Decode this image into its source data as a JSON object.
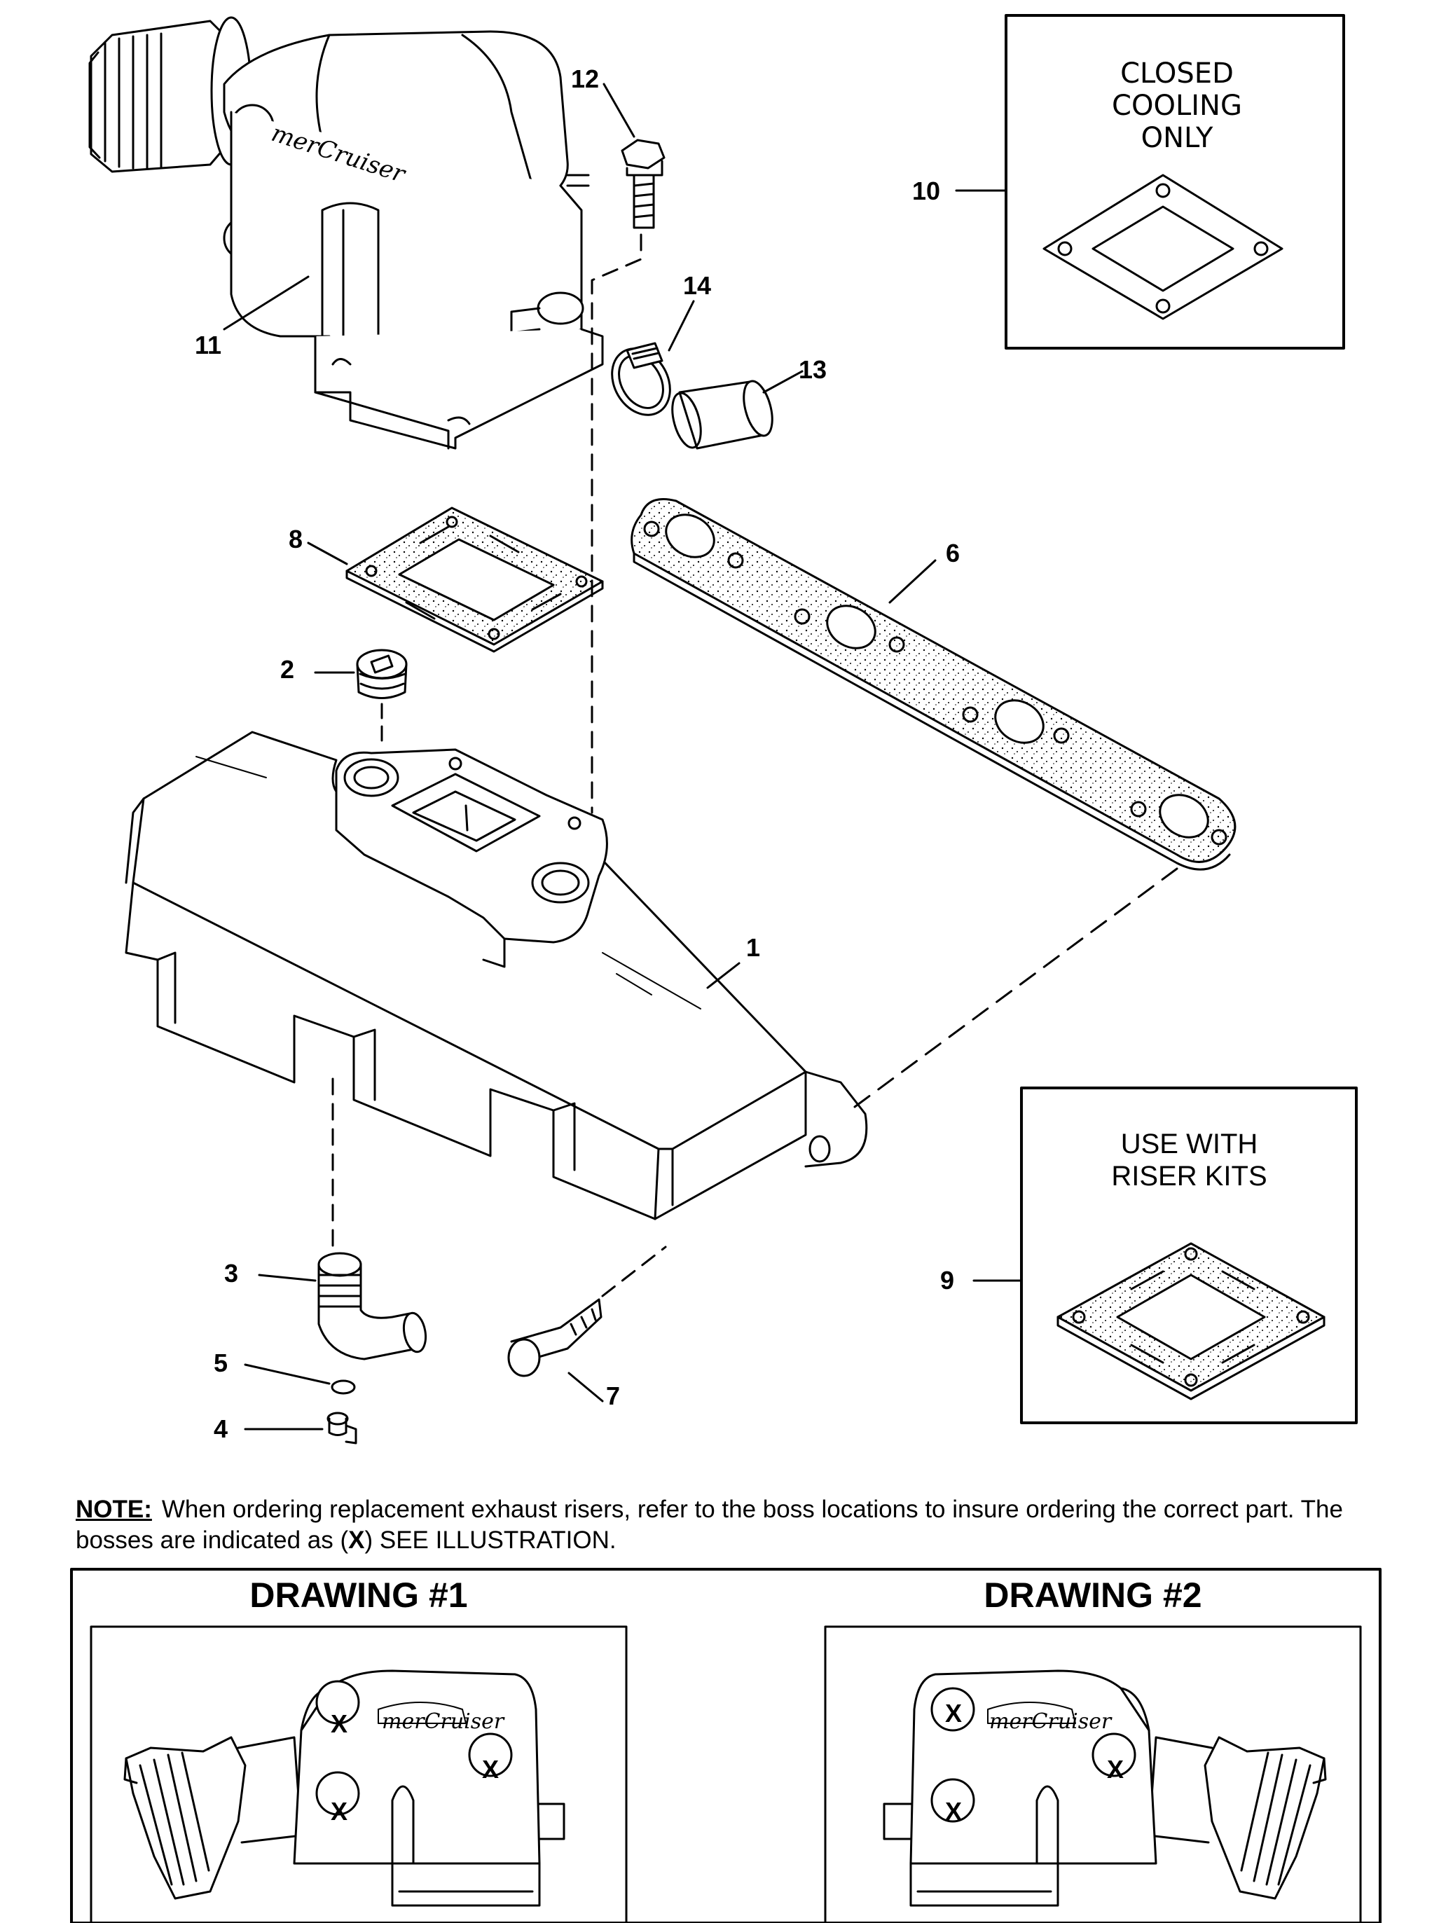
{
  "callouts": {
    "c1": "1",
    "c2": "2",
    "c3": "3",
    "c4": "4",
    "c5": "5",
    "c6": "6",
    "c7": "7",
    "c8": "8",
    "c9": "9",
    "c10": "10",
    "c11": "11",
    "c12": "12",
    "c13": "13",
    "c14": "14"
  },
  "closed_cooling_box": {
    "lines": [
      "CLOSED",
      "COOLING",
      "ONLY"
    ]
  },
  "riser_kits_box": {
    "lines": [
      "USE WITH",
      "RISER KITS"
    ]
  },
  "brand_text": "merCruiser",
  "note": {
    "label": "NOTE:",
    "text_before_x": "When ordering replacement exhaust risers, refer to the boss locations to insure ordering the correct part. The bosses are indicated as (",
    "x_marker": "X",
    "text_after_x": ") SEE ILLUSTRATION."
  },
  "drawings": [
    {
      "title": "DRAWING #1",
      "boss_marks": [
        "X",
        "X",
        "X"
      ]
    },
    {
      "title": "DRAWING #2",
      "boss_marks": [
        "X",
        "X",
        "X"
      ]
    }
  ]
}
